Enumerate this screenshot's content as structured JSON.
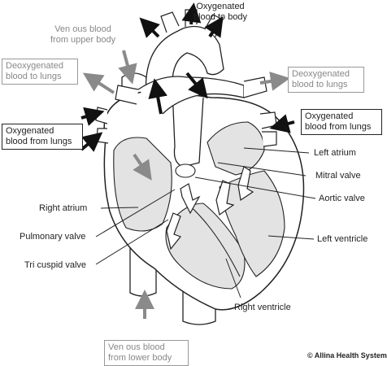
{
  "labels": {
    "oxygenated_to_body": [
      "Oxygenated",
      "blood to body"
    ],
    "venous_upper": [
      "Ven ous blood",
      "from upper body"
    ],
    "deoxy_left": [
      "Deoxygenated",
      "blood to lungs"
    ],
    "deoxy_right": [
      "Deoxygenated",
      "blood to lungs"
    ],
    "oxy_from_lungs_left": [
      "Oxygenated",
      "blood from lungs"
    ],
    "oxy_from_lungs_right": [
      "Oxygenated",
      "blood from lungs"
    ],
    "left_atrium": "Left atrium",
    "mitral_valve": "Mitral valve",
    "aortic_valve": "Aortic valve",
    "left_ventricle": "Left ventricle",
    "right_atrium": "Right atrium",
    "pulmonary_valve": "Pulmonary valve",
    "tricuspid_valve": "Tri cuspid valve",
    "right_ventricle": "Right ventricle",
    "venous_lower": [
      "Ven ous blood",
      "from lower body"
    ],
    "copyright": "© Allina Health System"
  },
  "colors": {
    "outline": "#222222",
    "heart_fill": "#ffffff",
    "chamber_fill": "#e3e3e3",
    "arrow_dark": "#111111",
    "arrow_grey": "#8a8a8a",
    "grey_text": "#888888"
  }
}
